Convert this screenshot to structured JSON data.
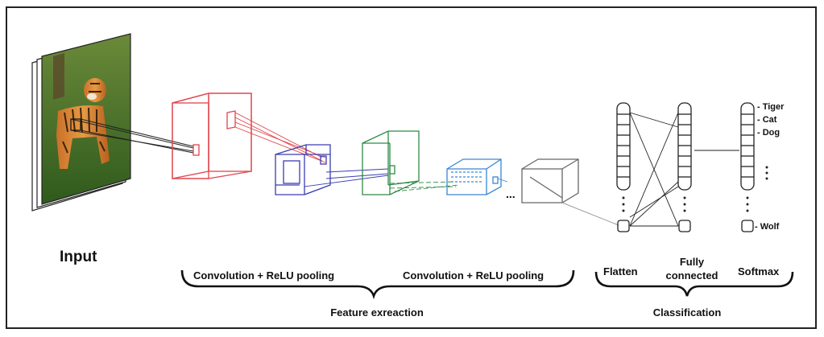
{
  "input": {
    "label": "Input"
  },
  "stages": {
    "conv_pool_1": "Convolution + ReLU  pooling",
    "conv_pool_2": "Convolution + ReLU  pooling",
    "flatten": "Flatten",
    "fully_line1": "Fully",
    "fully_line2": "connected",
    "softmax": "Softmax"
  },
  "groups": {
    "feature": "Feature exreaction",
    "classification": "Classification"
  },
  "outputs": [
    "- Tiger",
    "- Cat",
    "- Dog"
  ],
  "last_output": "- Wolf",
  "ellipsis": "...",
  "colors": {
    "conv1": "#e0444c",
    "pool1": "#3a3db0",
    "conv2": "#2e8a44",
    "pool2": "#3a86d4",
    "final": "#666666"
  }
}
